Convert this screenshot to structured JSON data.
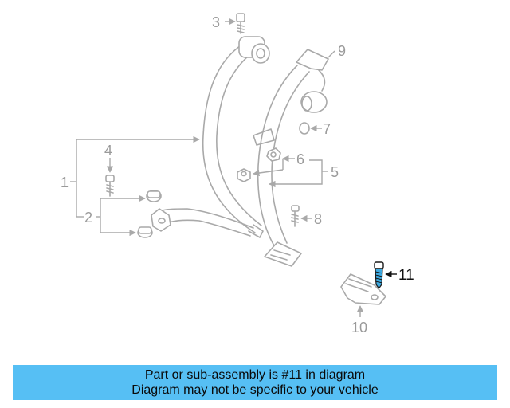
{
  "diagram": {
    "callouts": [
      "1",
      "2",
      "3",
      "4",
      "5",
      "6",
      "7",
      "8",
      "9",
      "10",
      "11"
    ],
    "highlighted_callout": "11",
    "highlight_color": "#3da9e0"
  },
  "banner": {
    "background": "#56bff4",
    "line1": "Part or sub-assembly is #11 in diagram",
    "line2": "Diagram may not be specific to your vehicle"
  }
}
